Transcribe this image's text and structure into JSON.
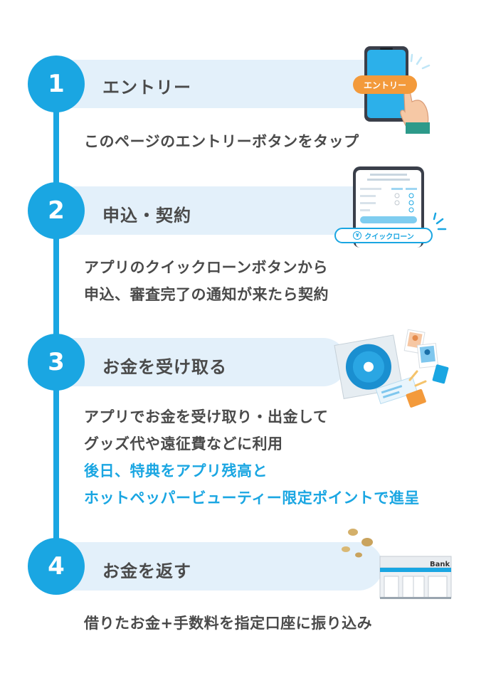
{
  "steps": [
    {
      "number": "1",
      "title": "エントリー",
      "desc_lines": [
        "このページのエントリーボタンをタップ"
      ],
      "entry_button_label": "エントリー"
    },
    {
      "number": "2",
      "title": "申込・契約",
      "desc_lines": [
        "アプリのクイックローンボタンから",
        "申込、審査完了の通知が来たら契約"
      ],
      "quickloan_button_label": "クイックローン"
    },
    {
      "number": "3",
      "title": "お金を受け取る",
      "desc_lines": [
        "アプリでお金を受け取り・出金して",
        "グッズ代や遠征費などに利用"
      ],
      "highlight_lines": [
        "後日、特典をアプリ残高と",
        "ホットペッパービューティー限定ポイントで進呈"
      ]
    },
    {
      "number": "4",
      "title": "お金を返す",
      "desc_lines": [
        "借りたお金+手数料を指定口座に振り込み"
      ],
      "bank_sign": "Bank"
    }
  ],
  "colors": {
    "accent": "#1aa6e2",
    "band": "#e3f0fa",
    "text": "#4a4a4a",
    "orange": "#f39a3b"
  }
}
